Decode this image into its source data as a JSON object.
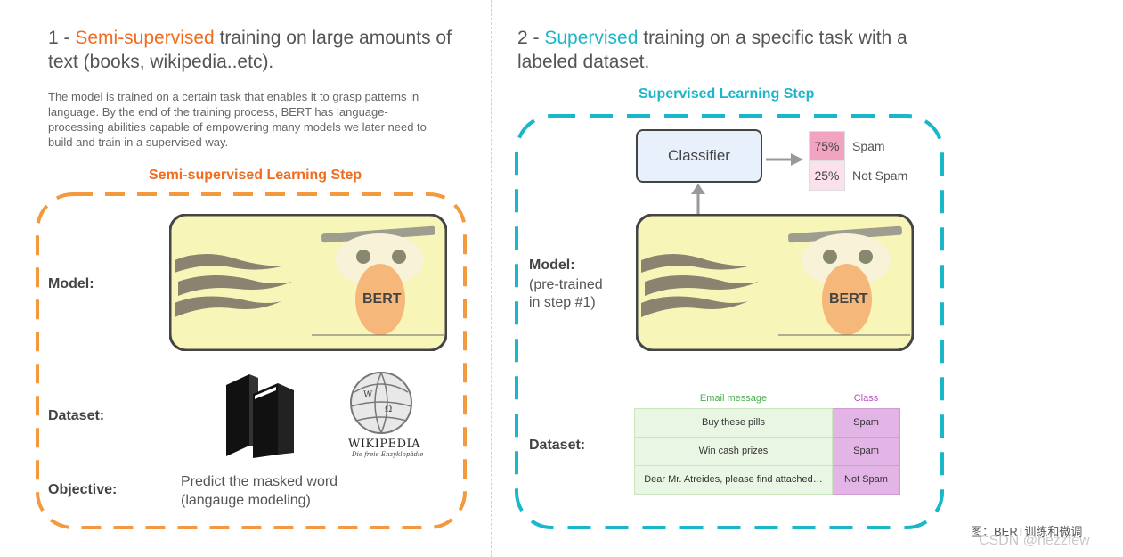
{
  "left": {
    "heading_number": "1 - ",
    "heading_accent": "Semi-supervised",
    "heading_rest": " training on large amounts of text (books, wikipedia..etc).",
    "description": "The model is trained on a certain task that enables it to grasp patterns in language. By the end of the training process, BERT has language-processing abilities capable of empowering many models we later need to build and train in a supervised way.",
    "step_title": "Semi-supervised Learning Step",
    "model_label": "Model:",
    "bert_label": "BERT",
    "dataset_label": "Dataset:",
    "wikipedia_logo_text": "WIKIPEDIA",
    "wikipedia_tagline": "Die freie Enzyklopädie",
    "objective_label": "Objective:",
    "objective_text": "Predict the masked word (langauge modeling)"
  },
  "right": {
    "heading_number": "2 - ",
    "heading_accent": "Supervised",
    "heading_rest": " training on a specific task with a labeled dataset.",
    "step_title": "Supervised Learning Step",
    "classifier_label": "Classifier",
    "probs": [
      {
        "pct": "75%",
        "label": "Spam",
        "color": "#f2a3c1"
      },
      {
        "pct": "25%",
        "label": "Not Spam",
        "color": "#fbe1ec"
      }
    ],
    "model_label": "Model:",
    "model_sub1": "(pre-trained",
    "model_sub2": "in step #1)",
    "bert_label": "BERT",
    "dataset_label": "Dataset:",
    "table_headers": {
      "message": "Email message",
      "class": "Class"
    },
    "rows": [
      {
        "message": "Buy these pills",
        "class": "Spam"
      },
      {
        "message": "Win cash prizes",
        "class": "Spam"
      },
      {
        "message": "Dear Mr. Atreides, please find attached…",
        "class": "Not Spam"
      }
    ]
  },
  "caption": "图：BERT训练和微调",
  "watermark": "CSDN @hezzfew",
  "colors": {
    "orange": "#f06c1e",
    "teal": "#1ab6c9",
    "bert_bg": "#f8f5b8"
  },
  "icons": [
    "books-icon",
    "wikipedia-globe-icon",
    "flames-decoration",
    "bert-face"
  ]
}
